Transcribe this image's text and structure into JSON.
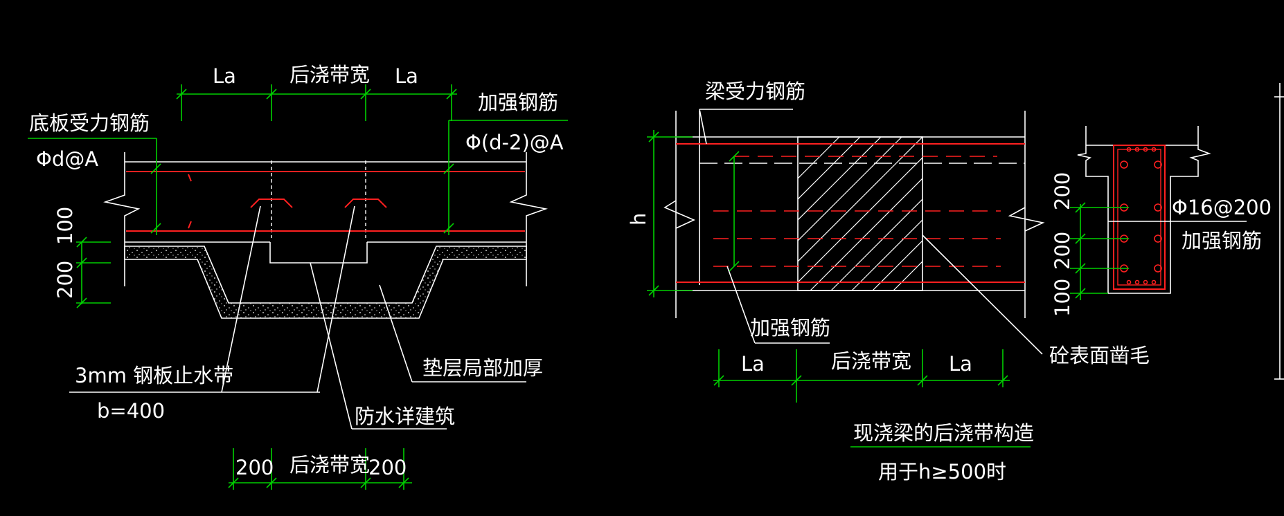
{
  "colors": {
    "background": "#000000",
    "outline": "#ffffff",
    "dimension": "#00d000",
    "rebar": "#ff2020"
  },
  "left_detail": {
    "dim_top": {
      "left": "La",
      "middle": "后浇带宽",
      "right": "La"
    },
    "dim_bottom": {
      "left": "200",
      "middle": "后浇带宽",
      "right": "200"
    },
    "dim_vertical": {
      "upper": "100",
      "lower": "200"
    },
    "callouts": {
      "bottom_rebar": "底板受力钢筋",
      "bottom_rebar_spec": "Φd@A",
      "reinforcing_rebar": "加强钢筋",
      "reinforcing_rebar_spec": "Φ(d-2)@A",
      "waterstop": "3mm 钢板止水带",
      "waterstop_width": "b=400",
      "waterproofing": "防水详建筑",
      "cushion": "垫层局部加厚"
    }
  },
  "right_detail": {
    "callouts": {
      "beam_rebar": "梁受力钢筋",
      "reinforcing_rebar": "加强钢筋",
      "roughen_surface": "砼表面凿毛",
      "section_rebar_spec": "Φ16@200",
      "section_rebar_label": "加强钢筋"
    },
    "height_label": "h",
    "dim_bottom": {
      "left": "La",
      "middle": "后浇带宽",
      "right": "La"
    },
    "section_dims": {
      "top": "200",
      "middle": "200",
      "bottom": "100"
    },
    "title": "现浇梁的后浇带构造",
    "subtitle": "用于h≥500时"
  }
}
